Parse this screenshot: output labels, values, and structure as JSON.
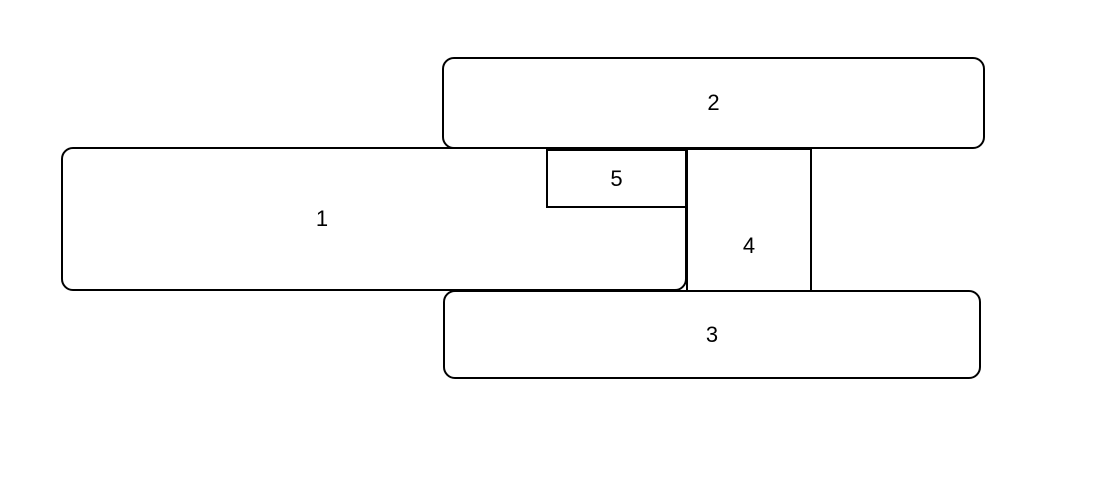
{
  "diagram": {
    "background_color": "#ffffff",
    "stroke_color": "#000000",
    "boxes": [
      {
        "id": "1",
        "label": "1",
        "shape": "rounded-rectangle"
      },
      {
        "id": "2",
        "label": "2",
        "shape": "rounded-rectangle"
      },
      {
        "id": "3",
        "label": "3",
        "shape": "rounded-rectangle"
      },
      {
        "id": "4",
        "label": "4",
        "shape": "rectangle"
      },
      {
        "id": "5",
        "label": "5",
        "shape": "rectangle"
      }
    ]
  }
}
